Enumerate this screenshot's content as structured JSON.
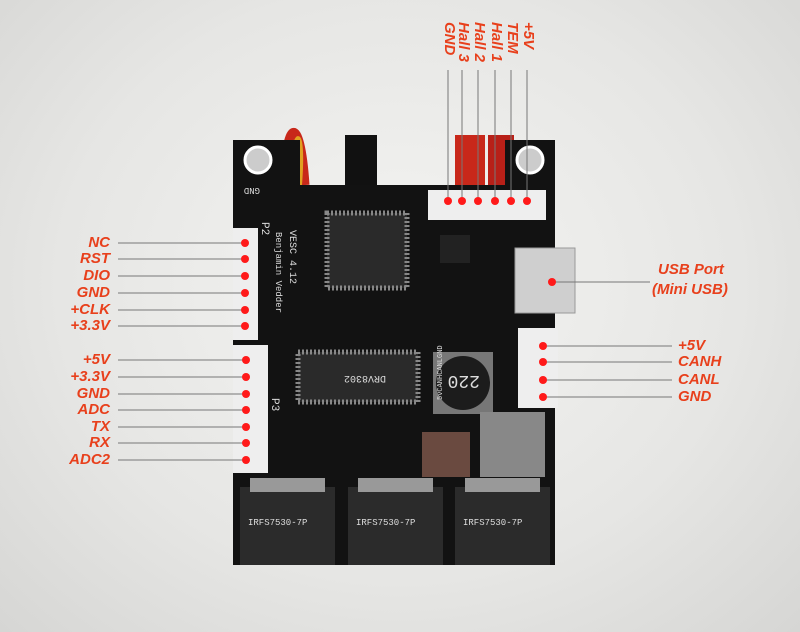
{
  "title": "VESC 4.12 pinout",
  "colors": {
    "label": "#e8401c",
    "board": "#111111",
    "connector": "#eeeeee",
    "dot": "#ff1a1a"
  },
  "top_connector": {
    "labels": [
      "GND",
      "Hall 3",
      "Hall 2",
      "Hall 1",
      "TEM",
      "+5V"
    ]
  },
  "left_connector_p2": {
    "labels": [
      "NC",
      "RST",
      "DIO",
      "GND",
      "+CLK",
      "+3.3V"
    ]
  },
  "left_connector_p3": {
    "labels": [
      "+5V",
      "+3.3V",
      "GND",
      "ADC",
      "TX",
      "RX",
      "ADC2"
    ]
  },
  "usb": {
    "line1": "USB Port",
    "line2": "(Mini USB)"
  },
  "can_connector": {
    "labels": [
      "+5V",
      "CANH",
      "CANL",
      "GND"
    ]
  },
  "board_text": {
    "model": "VESC 4.12",
    "author": "Benjamin Vedder",
    "driver": "DRV8302",
    "inductor": "220",
    "mosfet": "IRFS7530-7P",
    "gnd": "GND",
    "p2": "P2",
    "p3": "P3",
    "can_silk": "5vCANHCANLGND"
  }
}
